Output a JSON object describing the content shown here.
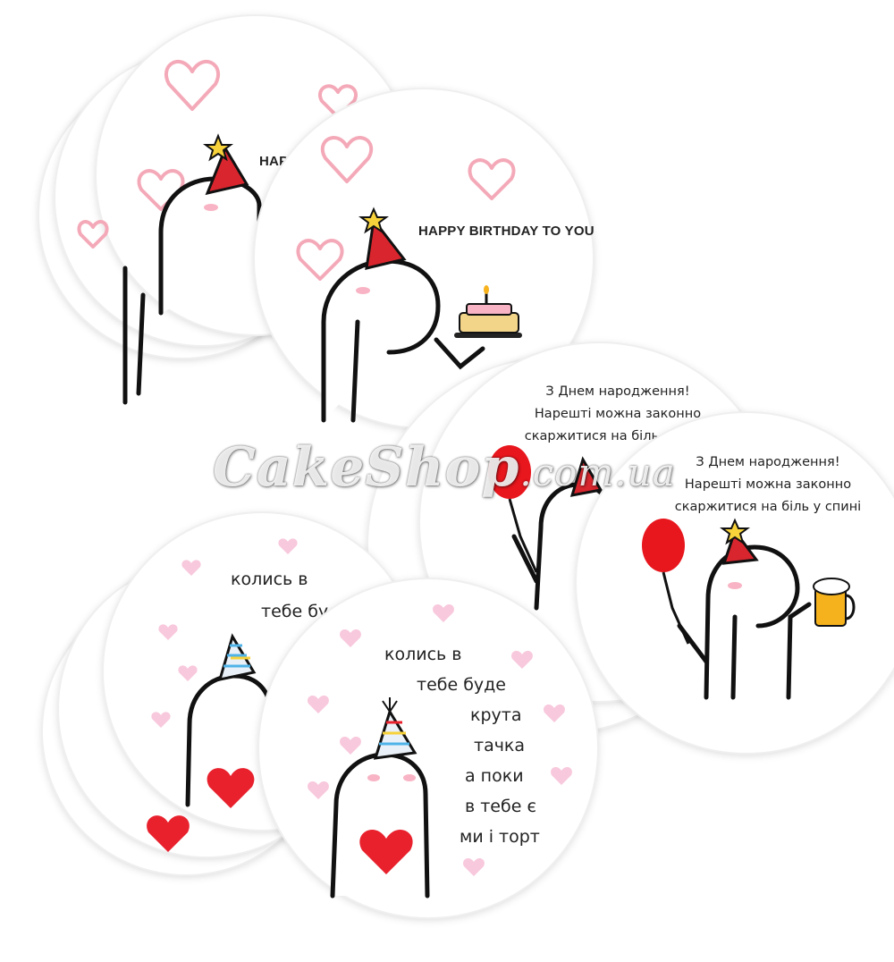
{
  "watermark": {
    "brand": "CakeShop",
    "domain": ".com.ua"
  },
  "sticker_birthday": {
    "text": "HAPPY BIRTHDAY TO YOU",
    "text_small": "HAPP"
  },
  "sticker_back": {
    "line1": "З Днем народження!",
    "line2": "Нарешті можна законно",
    "line3": "скаржитися на біль у спині"
  },
  "sticker_car": {
    "lines": [
      "колись в",
      "тебе буде",
      "крута",
      "тачка",
      "а поки",
      "в тебе є",
      "ми і торт"
    ],
    "small_line1": "колись в",
    "small_line2": "тебе буде"
  },
  "colors": {
    "heart_outline": "#f4a9b8",
    "heart_pink": "#f8c8dc",
    "hat_red": "#d9262e",
    "balloon": "#e8161d",
    "beer": "#f5b21c"
  }
}
